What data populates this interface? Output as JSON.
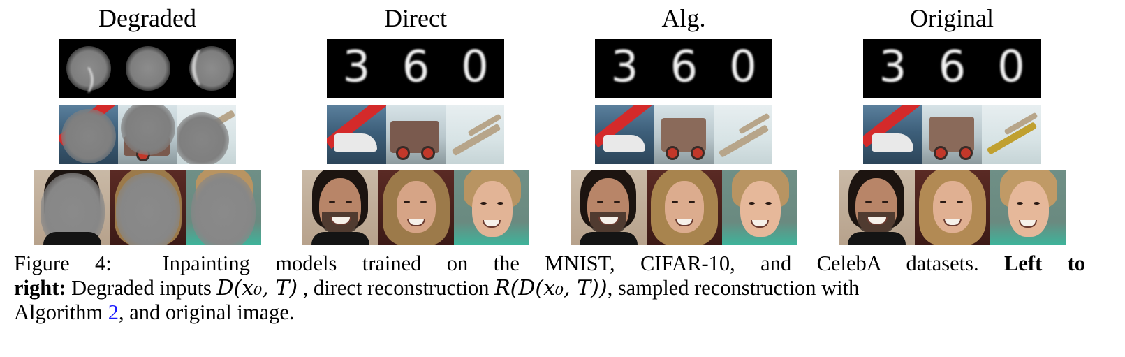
{
  "columns": [
    {
      "title": "Degraded"
    },
    {
      "title": "Direct"
    },
    {
      "title": "Alg."
    },
    {
      "title": "Original"
    }
  ],
  "digits": [
    "3",
    "6",
    "0"
  ],
  "caption": {
    "figure_label": "Figure 4:",
    "line1_text": "Inpainting models trained on the MNIST, CIFAR-10, and CelebA datasets.",
    "bold_phrase_part1": "Left to",
    "bold_phrase_part2": "right:",
    "line2_a": "Degraded inputs",
    "math_degraded": "D(x₀, T)",
    "line2_b": ", direct reconstruction",
    "math_direct": "R(D(x₀, T))",
    "line2_c": ", sampled reconstruction with",
    "line3_a": "Algorithm",
    "algorithm_ref": "2",
    "line3_b": ", and original image."
  }
}
